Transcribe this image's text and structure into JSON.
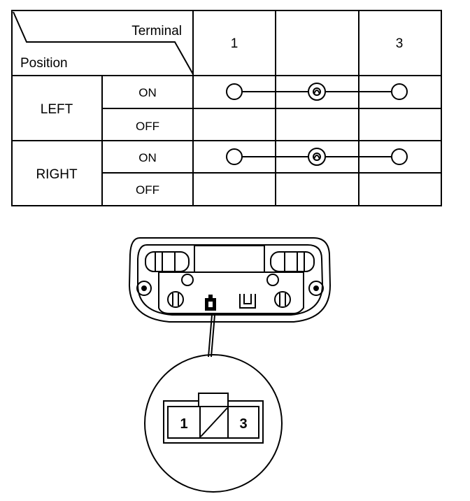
{
  "table": {
    "header": {
      "terminal_label": "Terminal",
      "position_label": "Position",
      "terminals": [
        "1",
        "",
        "3"
      ]
    },
    "rows": [
      {
        "position": "LEFT",
        "states": [
          {
            "label": "ON",
            "continuity": true
          },
          {
            "label": "OFF",
            "continuity": false
          }
        ]
      },
      {
        "position": "RIGHT",
        "states": [
          {
            "label": "ON",
            "continuity": true
          },
          {
            "label": "OFF",
            "continuity": false
          }
        ]
      }
    ]
  },
  "connector": {
    "pins": [
      "1",
      "3"
    ]
  }
}
